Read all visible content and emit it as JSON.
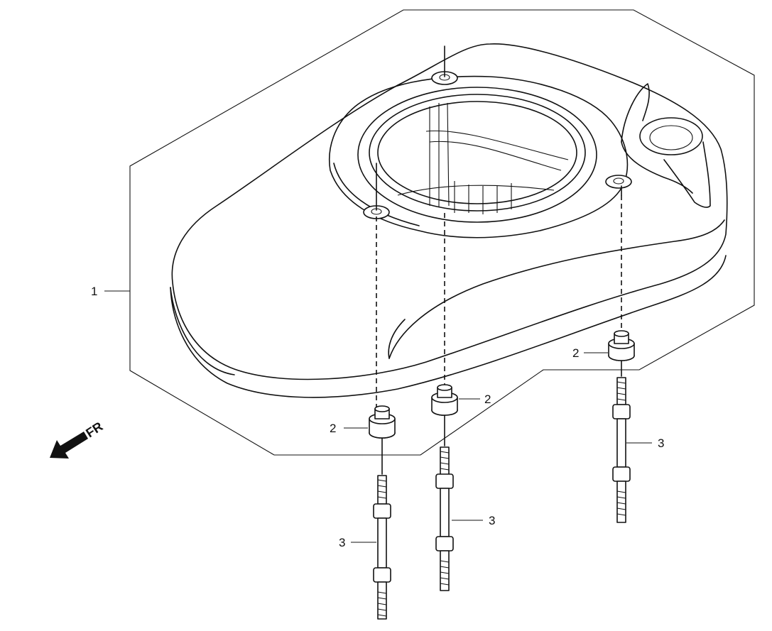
{
  "callouts": {
    "part1": "1",
    "part2a": "2",
    "part2b": "2",
    "part2c": "2",
    "part3a": "3",
    "part3b": "3",
    "part3c": "3"
  },
  "direction_label": "FR",
  "icons": {
    "direction_arrow": "front-direction-arrow-icon"
  }
}
